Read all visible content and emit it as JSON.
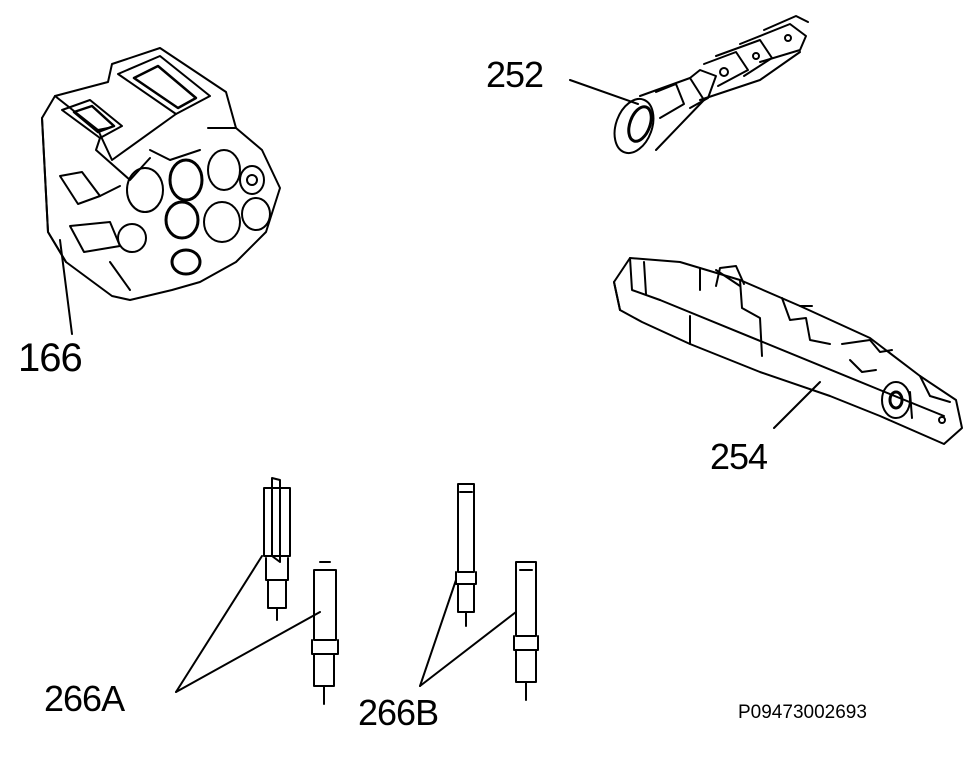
{
  "labels": {
    "connector_166": "166",
    "terminal_252": "252",
    "connector_254": "254",
    "plug_266a": "266A",
    "plug_266b": "266B"
  },
  "reference_code": "P09473002693",
  "colors": {
    "ink": "#000000",
    "paper": "#ffffff"
  }
}
